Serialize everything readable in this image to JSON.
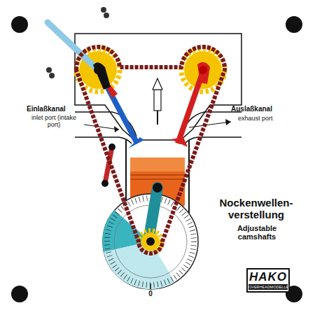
{
  "diagram": {
    "title": "Nockenwellen- verstellung",
    "nodes": [
      {
        "text": [
          "HAKO",
          "OVERHEADMODELLE"
        ]
      }
    ],
    "labels": [
      "Einlaßkanal",
      "inlet port (intake port)",
      "Auslaßkanal",
      "exhaust port",
      "Adjustable camshafts",
      "0"
    ]
  }
}
